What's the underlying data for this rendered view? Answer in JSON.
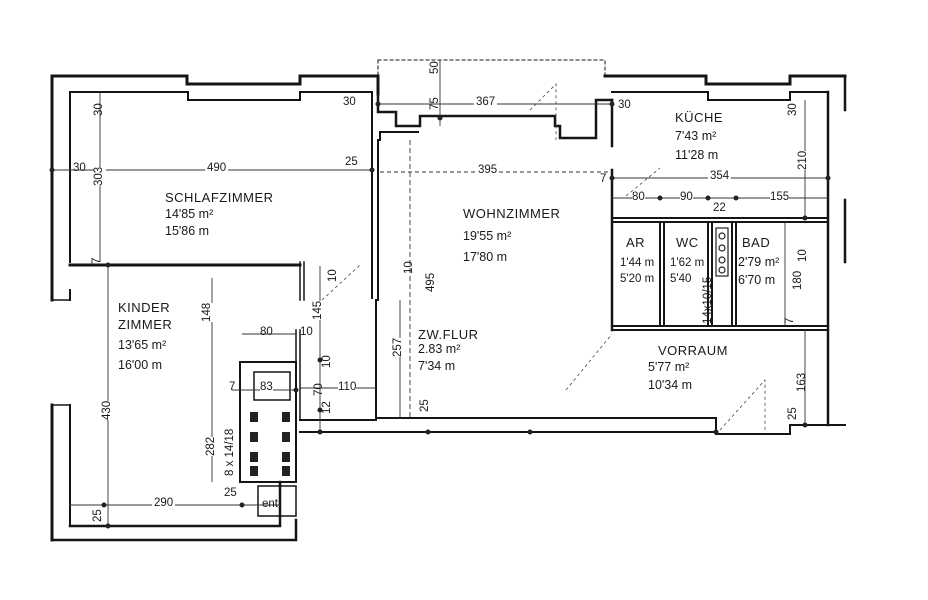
{
  "rooms": {
    "schlafzimmer": {
      "name": "SCHLAFZIMMER",
      "area": "14'85 m²",
      "perimeter": "15'86 m"
    },
    "wohnzimmer": {
      "name": "WOHNZIMMER",
      "area": "19'55 m²",
      "perimeter": "17'80 m"
    },
    "kueche": {
      "name": "KÜCHE",
      "area": "7'43 m²",
      "perimeter": "11'28 m"
    },
    "kinderzimmer": {
      "name_line1": "KINDER",
      "name_line2": "ZIMMER",
      "area": "13'65 m²",
      "perimeter": "16'00 m"
    },
    "zwflur": {
      "name": "ZW.FLUR",
      "area": "2.83 m²",
      "perimeter": "7'34 m"
    },
    "ar": {
      "name": "AR",
      "area": "1'44 m",
      "perimeter": "5'20 m"
    },
    "wc": {
      "name": "WC",
      "area": "1'62 m",
      "perimeter": "5'40"
    },
    "bad": {
      "name": "BAD",
      "area": "2'79 m²",
      "perimeter": "6'70 m"
    },
    "vorraum": {
      "name": "VORRAUM",
      "area": "5'77 m²",
      "perimeter": "10'34 m"
    }
  },
  "dimensions": {
    "d_490": "490",
    "d_395": "395",
    "d_367": "367",
    "d_354": "354",
    "d_30a": "30",
    "d_30b": "30",
    "d_30c": "30",
    "d_30d": "30",
    "d_30e": "30",
    "d_25a": "25",
    "d_25b": "25",
    "d_25c": "25",
    "d_25d": "25",
    "d_25e": "25",
    "d_303": "303",
    "d_210": "210",
    "d_80a": "80",
    "d_90": "90",
    "d_22": "22",
    "d_155": "155",
    "d_7a": "7",
    "d_7b": "7",
    "d_7c": "7",
    "d_7d": "7",
    "d_148": "148",
    "d_80b": "80",
    "d_10a": "10",
    "d_10b": "10",
    "d_10c": "10",
    "d_10d": "10",
    "d_10e": "10",
    "d_145": "145",
    "d_495": "495",
    "d_257": "257",
    "d_83": "83",
    "d_70": "70",
    "d_110": "110",
    "d_12": "12",
    "d_430": "430",
    "d_282": "282",
    "d_290": "290",
    "d_180": "180",
    "d_163": "163",
    "d_50": "50",
    "d_75": "75",
    "d_chimney": "8 x 14/18",
    "d_shaft": "14x10/15",
    "d_ent": "ent"
  }
}
